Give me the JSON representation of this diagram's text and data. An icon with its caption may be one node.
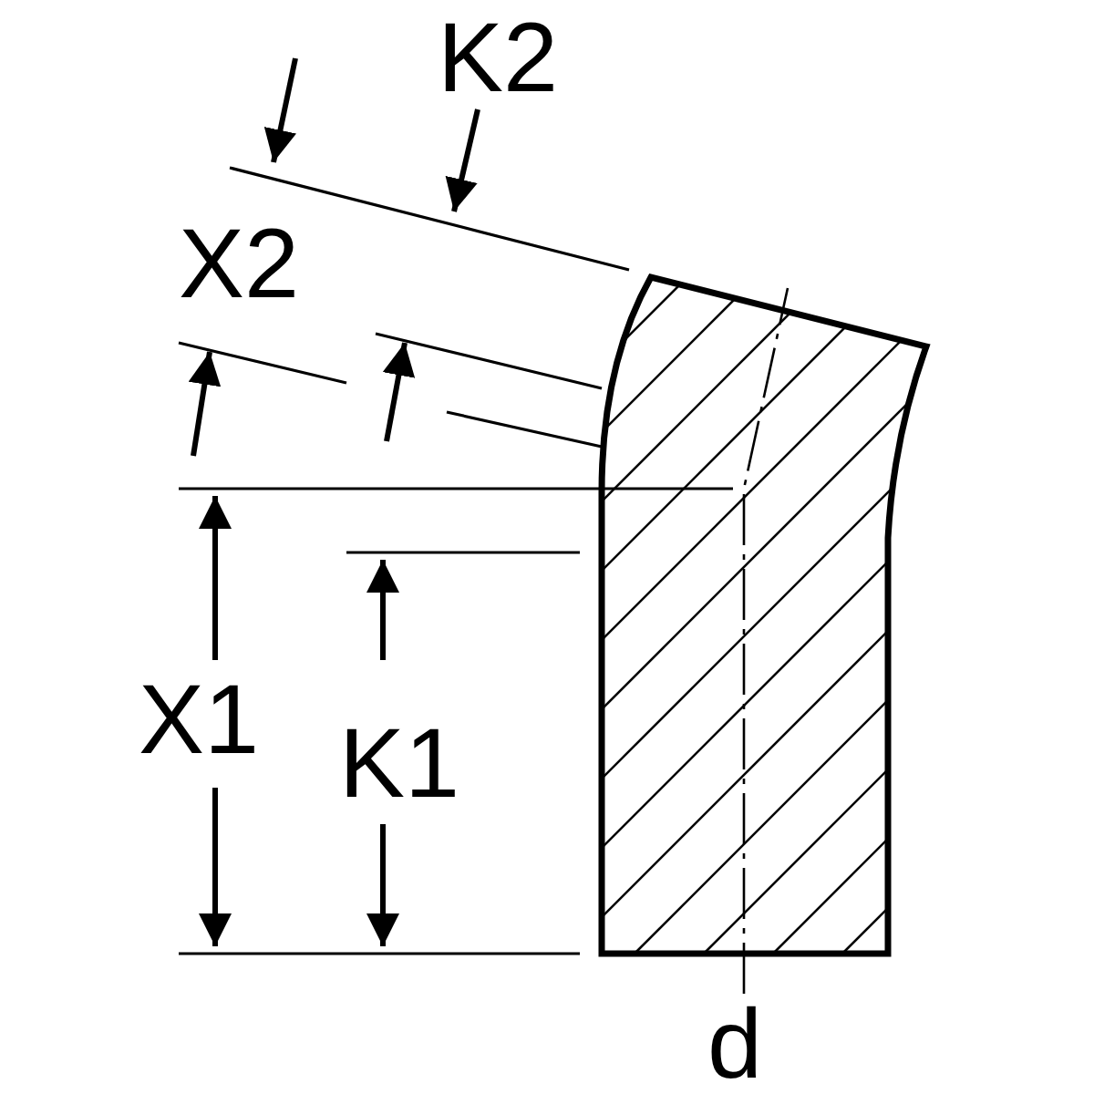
{
  "diagram": {
    "labels": [
      "K2",
      "X2",
      "X1",
      "K1",
      "d"
    ]
  }
}
